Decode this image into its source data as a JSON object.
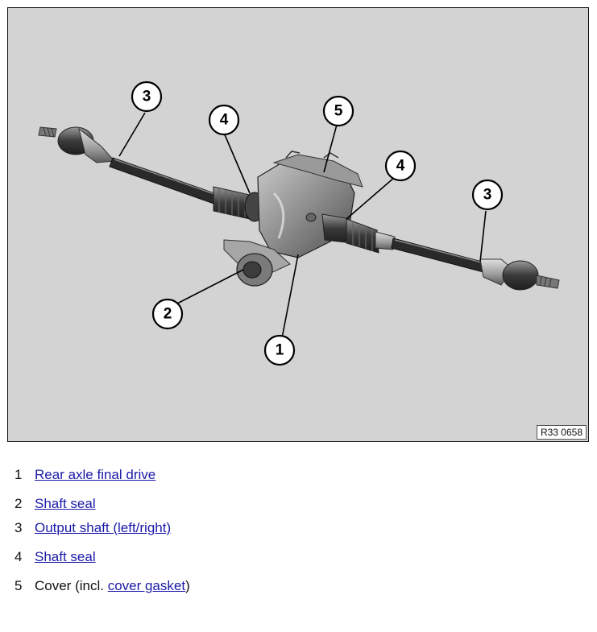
{
  "figure": {
    "reference_code": "R33 0658",
    "callouts": [
      "3",
      "4",
      "5",
      "4",
      "3",
      "2",
      "1"
    ]
  },
  "legend": {
    "items": [
      {
        "number": "1",
        "link_text": "Rear axle final drive"
      },
      {
        "number": "2",
        "link_text": "Shaft seal"
      },
      {
        "number": "3",
        "link_text": "Output shaft (left/right)"
      },
      {
        "number": "4",
        "link_text": "Shaft seal"
      },
      {
        "number": "5",
        "prefix": "Cover (incl. ",
        "link_text": "cover gasket",
        "suffix": ")"
      }
    ]
  },
  "colors": {
    "figure_background": "#d3d3d3",
    "link": "#1a1aa8"
  }
}
